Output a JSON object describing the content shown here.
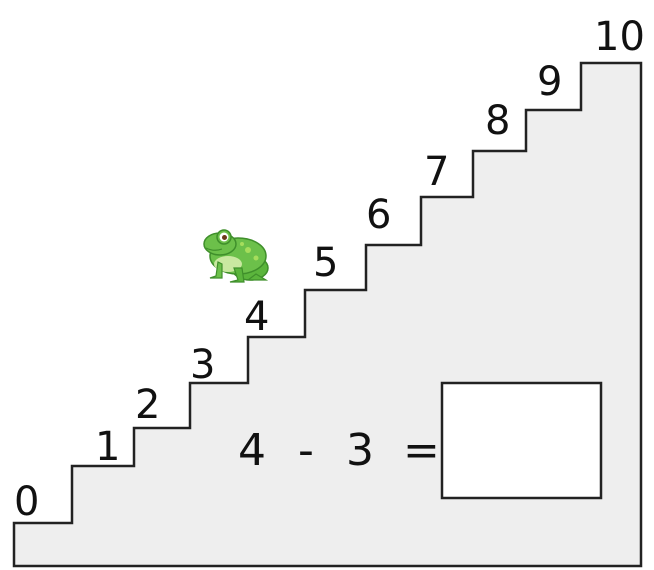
{
  "stairs": {
    "labels": [
      "0",
      "1",
      "2",
      "3",
      "4",
      "5",
      "6",
      "7",
      "8",
      "9",
      "10"
    ]
  },
  "equation": {
    "left": "4",
    "operator": "-",
    "right": "3",
    "equals": "="
  },
  "frog": {
    "icon": "frog-icon",
    "position_step": 4
  },
  "colors": {
    "stair_fill": "#eeeeee",
    "stroke": "#222222",
    "frog_body": "#6cc04a",
    "frog_dark": "#3f8f2b"
  }
}
